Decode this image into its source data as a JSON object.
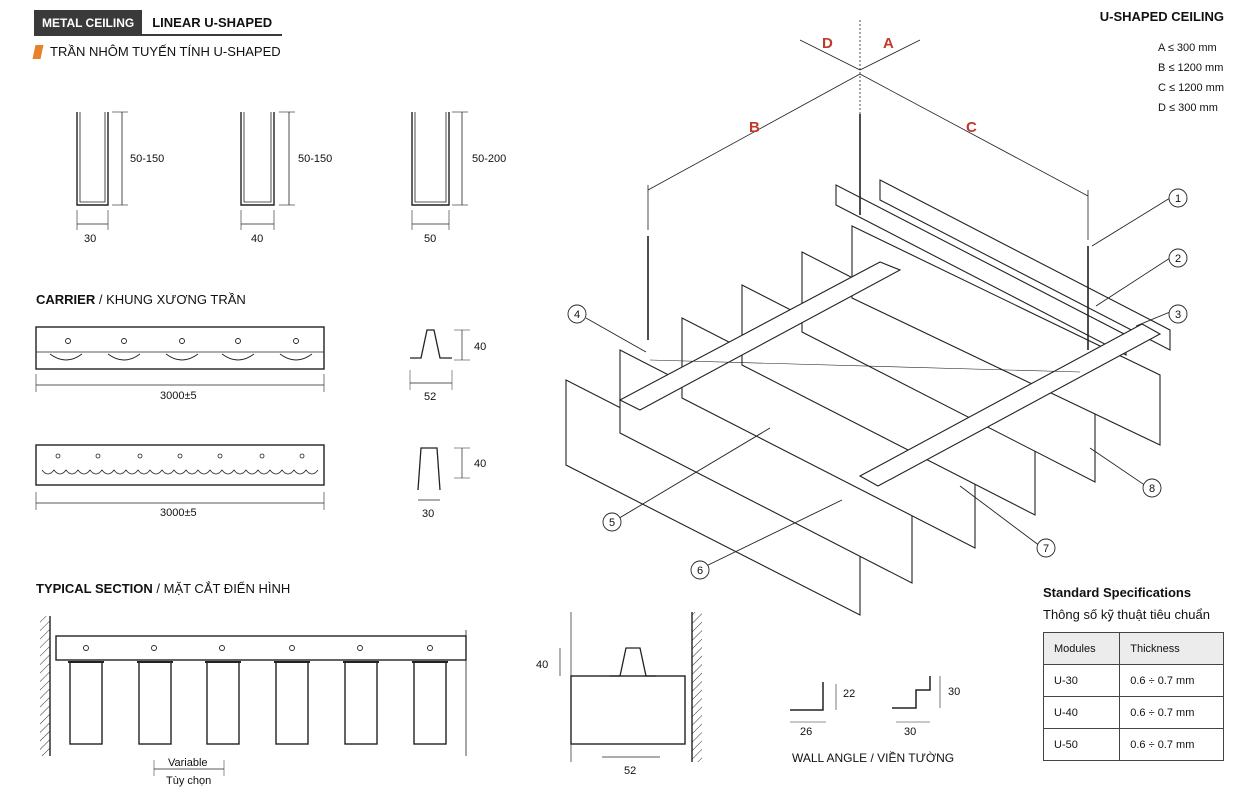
{
  "header": {
    "tag_dark": "METAL CEILING",
    "tag_light": "LINEAR U-SHAPED",
    "subtitle": "TRẦN NHÔM TUYẾN TÍNH U-SHAPED"
  },
  "profiles": [
    {
      "height": "50-150",
      "width": "30"
    },
    {
      "height": "50-150",
      "width": "40"
    },
    {
      "height": "50-200",
      "width": "50"
    }
  ],
  "carrier": {
    "title_bold": "CARRIER",
    "title_rest": " / KHUNG XƯƠNG TRẦN",
    "length_1": "3000±5",
    "length_2": "3000±5",
    "profile_1": {
      "height": "40",
      "width": "52"
    },
    "profile_2": {
      "height": "40",
      "width": "30"
    }
  },
  "section": {
    "title_bold": "TYPICAL SECTION",
    "title_rest": " / MẶT CẮT ĐIỂN HÌNH",
    "variable": "Variable",
    "variable_vi": "Tùy chọn",
    "detail_height": "40",
    "detail_width": "52"
  },
  "wall_angle": {
    "label": "WALL ANGLE / VIỀN TƯỜNG",
    "a1_w": "26",
    "a1_h": "22",
    "a2_w": "30",
    "a2_h": "30"
  },
  "iso": {
    "labels": {
      "a": "A",
      "b": "B",
      "c": "C",
      "d": "D"
    },
    "callouts": [
      "1",
      "2",
      "3",
      "4",
      "5",
      "6",
      "7",
      "8"
    ]
  },
  "right": {
    "title": "U-SHAPED CEILING",
    "limits": [
      "A ≤ 300   mm",
      "B ≤ 1200 mm",
      "C ≤ 1200 mm",
      "D ≤ 300   mm"
    ]
  },
  "spec": {
    "title": "Standard Specifications",
    "subtitle": "Thông số kỹ thuật tiêu chuẩn",
    "headers": [
      "Modules",
      "Thickness"
    ],
    "rows": [
      [
        "U-30",
        "0.6 ÷ 0.7 mm"
      ],
      [
        "U-40",
        "0.6 ÷ 0.7 mm"
      ],
      [
        "U-50",
        "0.6 ÷ 0.7 mm"
      ]
    ]
  }
}
